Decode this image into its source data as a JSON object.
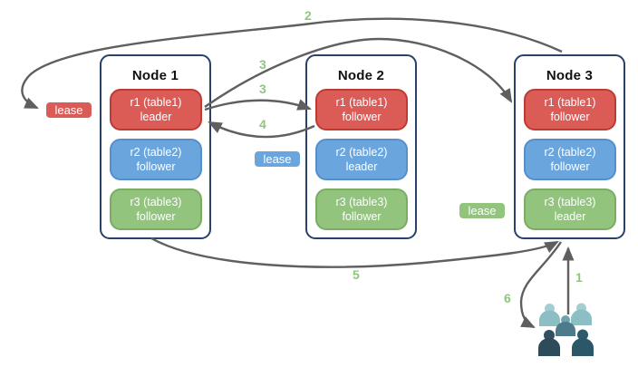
{
  "colors": {
    "red_fill": "#db5c57",
    "red_border": "#bf3a32",
    "blue_fill": "#6aa6dd",
    "blue_border": "#5590cc",
    "green_fill": "#92c47e",
    "green_border": "#7aad62",
    "node_border": "#2a4169",
    "arrow": "#5f5f5f",
    "step_label": "#8cc87a"
  },
  "nodes": [
    {
      "title": "Node 1",
      "replicas": [
        {
          "name": "r1 (table1)",
          "role": "leader",
          "color": "red"
        },
        {
          "name": "r2 (table2)",
          "role": "follower",
          "color": "blue"
        },
        {
          "name": "r3 (table3)",
          "role": "follower",
          "color": "green"
        }
      ]
    },
    {
      "title": "Node 2",
      "replicas": [
        {
          "name": "r1 (table1)",
          "role": "follower",
          "color": "red"
        },
        {
          "name": "r2 (table2)",
          "role": "leader",
          "color": "blue"
        },
        {
          "name": "r3 (table3)",
          "role": "follower",
          "color": "green"
        }
      ]
    },
    {
      "title": "Node 3",
      "replicas": [
        {
          "name": "r1 (table1)",
          "role": "follower",
          "color": "red"
        },
        {
          "name": "r2 (table2)",
          "role": "follower",
          "color": "blue"
        },
        {
          "name": "r3 (table3)",
          "role": "leader",
          "color": "green"
        }
      ]
    }
  ],
  "leases": [
    {
      "label": "lease",
      "color": "red"
    },
    {
      "label": "lease",
      "color": "blue"
    },
    {
      "label": "lease",
      "color": "green"
    }
  ],
  "steps": [
    {
      "label": "2"
    },
    {
      "label": "3"
    },
    {
      "label": "3"
    },
    {
      "label": "4"
    },
    {
      "label": "5"
    },
    {
      "label": "6"
    },
    {
      "label": "1"
    }
  ],
  "users": {
    "figures": [
      {
        "head": "#a5ced2",
        "body": "#8cbfc4"
      },
      {
        "head": "#a5ced2",
        "body": "#8cbfc4"
      },
      {
        "head": "#6fa3ad",
        "body": "#4e7b89"
      },
      {
        "head": "#32505f",
        "body": "#2e4b5a"
      },
      {
        "head": "#2f5a6d",
        "body": "#2b5769"
      }
    ]
  }
}
